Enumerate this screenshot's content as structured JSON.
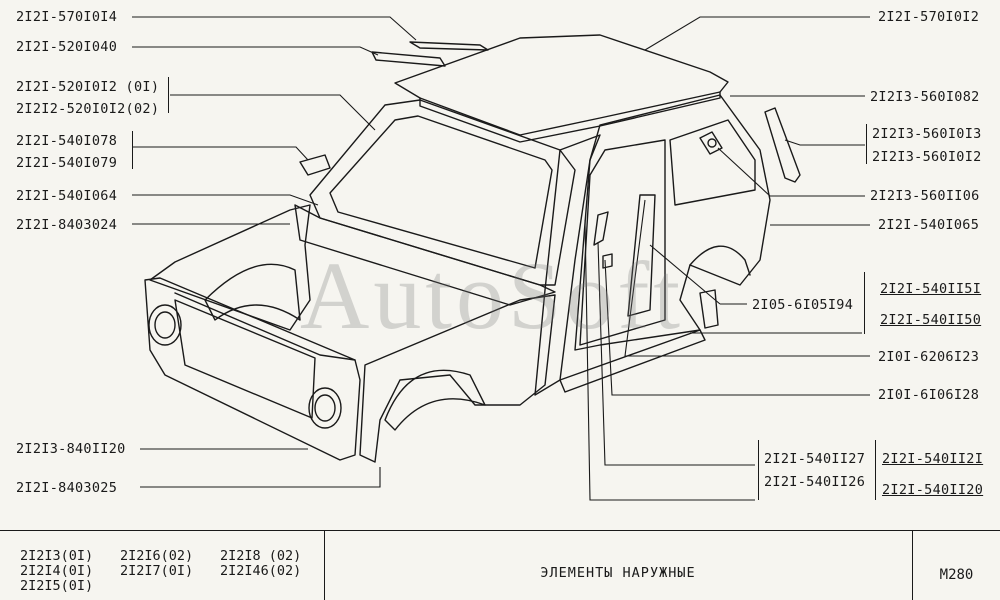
{
  "watermark": "AutoSoft",
  "labels": {
    "l1": "2I2I-570I0I4",
    "l2": "2I2I-520I040",
    "l3": "2I2I-520I0I2 (0I)",
    "l4": "2I2I2-520I0I2(02)",
    "l5": "2I2I-540I078",
    "l6": "2I2I-540I079",
    "l7": "2I2I-540I064",
    "l8": "2I2I-8403024",
    "l9": "2I2I3-840II20",
    "l10": "2I2I-8403025",
    "r1": "2I2I-570I0I2",
    "r2": "2I2I3-560I082",
    "r3": "2I2I3-560I0I3",
    "r4": "2I2I3-560I0I2",
    "r5": "2I2I3-560II06",
    "r6": "2I2I-540I065",
    "r7": "2I05-6I05I94",
    "r8": "2I2I-540II5I",
    "r9": "2I2I-540II50",
    "r10": "2I0I-6206I23",
    "r11": "2I0I-6I06I28",
    "r12": "2I2I-540II27",
    "r13": "2I2I-540II26",
    "r14": "2I2I-540II2I",
    "r15": "2I2I-540II20"
  },
  "footer": {
    "models": {
      "m1": "2I2I3(0I)",
      "m2": "2I2I6(02)",
      "m3": "2I2I8 (02)",
      "m4": "2I2I4(0I)",
      "m5": "2I2I7(0I)",
      "m6": "2I2I46(02)",
      "m7": "2I2I5(0I)"
    },
    "title": "ЭЛЕМЕНТЫ  НАРУЖНЫЕ",
    "page": "M280"
  }
}
